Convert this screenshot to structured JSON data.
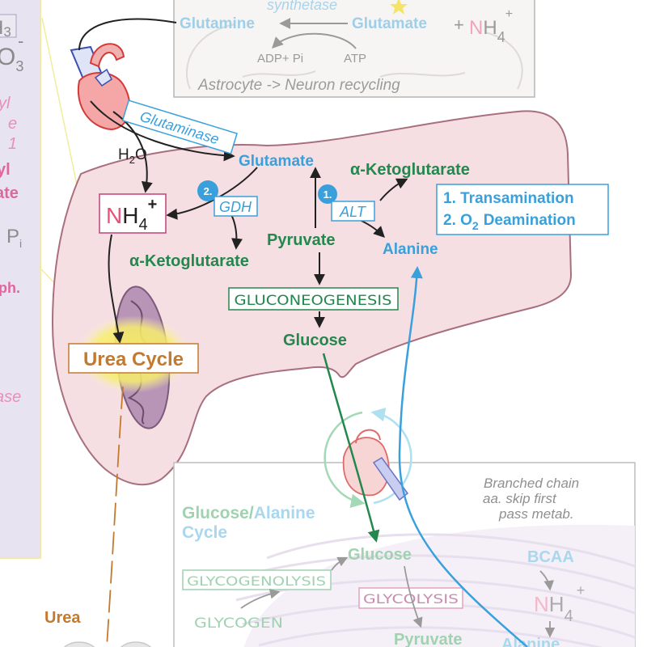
{
  "colors": {
    "liver_fill": "#f6dfe3",
    "liver_outline": "#a8707e",
    "blue": "#3aa0dc",
    "green": "#23874e",
    "pink": "#e8527a",
    "urea_brown": "#c47a2e",
    "faded_blue": "#a9d7ee",
    "faded_green": "#9fd3b0",
    "gray": "#999999"
  },
  "icons": [
    "heart-icon",
    "mitochondrion-icon",
    "star-icon",
    "brain-outline",
    "muscle-fibers",
    "kidney-icon"
  ],
  "astrocyte_box": {
    "enzyme": "synthetase",
    "product": "Glutamine",
    "substrate": "Glutamate",
    "plus": "+",
    "ammonium": {
      "n": "N",
      "h": "H",
      "sub": "4",
      "sup": "+"
    },
    "cofactor_out": "ADP+ Pi",
    "cofactor_in": "ATP",
    "caption": "Astrocyte -> Neuron recycling"
  },
  "left_panel": {
    "box_h": "H",
    "box_sub": "3",
    "ion_o": "O",
    "ion_sub": "3",
    "ion_sup": "-",
    "pink_italic_1": "yl",
    "pink_italic_2": "e",
    "pink_italic_3": "1",
    "pink_bold_1": "yl",
    "pink_bold_2": "ate",
    "phosphate_p": "P",
    "phosphate_sub": "i",
    "pink_bold_3": "ph.",
    "pink_italic_4": "ase"
  },
  "liver": {
    "glutaminase": "Glutaminase",
    "water": {
      "h": "H",
      "sub": "2",
      "o": "O"
    },
    "ammonium": {
      "n": "N",
      "h": "H",
      "sub": "4",
      "sup": "+"
    },
    "glutamate": "Glutamate",
    "akg_top": "α-Ketoglutarate",
    "akg_bottom": "α-Ketoglutarate",
    "step2_badge": "2.",
    "gdh": "GDH",
    "step1_badge": "1.",
    "alt": "ALT",
    "pyruvate": "Pyruvate",
    "alanine": "Alanine",
    "legend": {
      "line1": "1. Transamination",
      "line2_prefix": "2. O",
      "line2_sub": "2",
      "line2_suffix": "Deamination"
    },
    "gluconeogenesis": "GLUCONEOGENESIS",
    "glucose": "Glucose",
    "urea_cycle": "Urea Cycle"
  },
  "urea": "Urea",
  "muscle_box": {
    "note": [
      "Branched chain",
      "aa. skip first",
      "pass metab."
    ],
    "cycle_title": {
      "part1": "Glucose/",
      "part2": "Alanine",
      "line2": "Cycle"
    },
    "glucose": "Glucose",
    "glycogenolysis": "GLYCOGENOLYSIS",
    "glycolysis": "GLYCOLYSIS",
    "glycogen": "GLYCOGEN",
    "pyruvate": "Pyruvate",
    "bcaa": "BCAA",
    "ammonium": {
      "n": "N",
      "h": "H",
      "sub": "4",
      "sup": "+"
    },
    "alanine": "Alanine"
  }
}
